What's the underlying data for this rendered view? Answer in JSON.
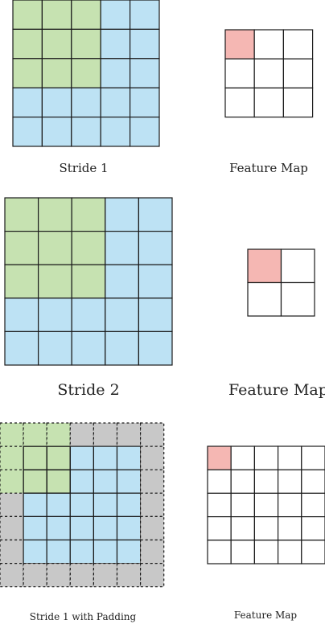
{
  "colors": {
    "kernel": "#c6e2b1",
    "input": "#bde2f4",
    "padding": "#c8c8c8",
    "highlight": "#f5b7b3",
    "empty": "#ffffff",
    "line": "#1a1a1a"
  },
  "panels": [
    {
      "caption": "Stride 1",
      "input_size": 5,
      "kernel_size": 3,
      "feature_map_caption": "Feature Map",
      "feature_map_size": 3
    },
    {
      "caption": "Stride 2",
      "input_size": 5,
      "kernel_size": 3,
      "feature_map_caption": "Feature Map",
      "feature_map_size": 2
    },
    {
      "caption": "Stride 1 with Padding",
      "input_size": 5,
      "padding": 1,
      "kernel_size": 3,
      "feature_map_caption": "Feature Map",
      "feature_map_size": 5
    }
  ]
}
